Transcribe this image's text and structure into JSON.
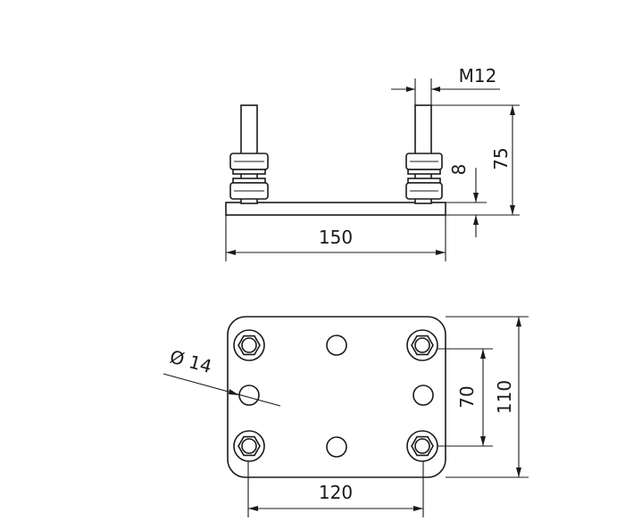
{
  "side_view": {
    "thread_label": "M12",
    "height_label": "75",
    "plate_thickness_label": "8",
    "plate_width_label": "150"
  },
  "top_view": {
    "hole_diameter_label": "Ø 14",
    "inner_vertical_label": "70",
    "outer_vertical_label": "110",
    "horizontal_spacing_label": "120"
  },
  "colors": {
    "line": "#1a1a1a",
    "background": "#ffffff"
  }
}
